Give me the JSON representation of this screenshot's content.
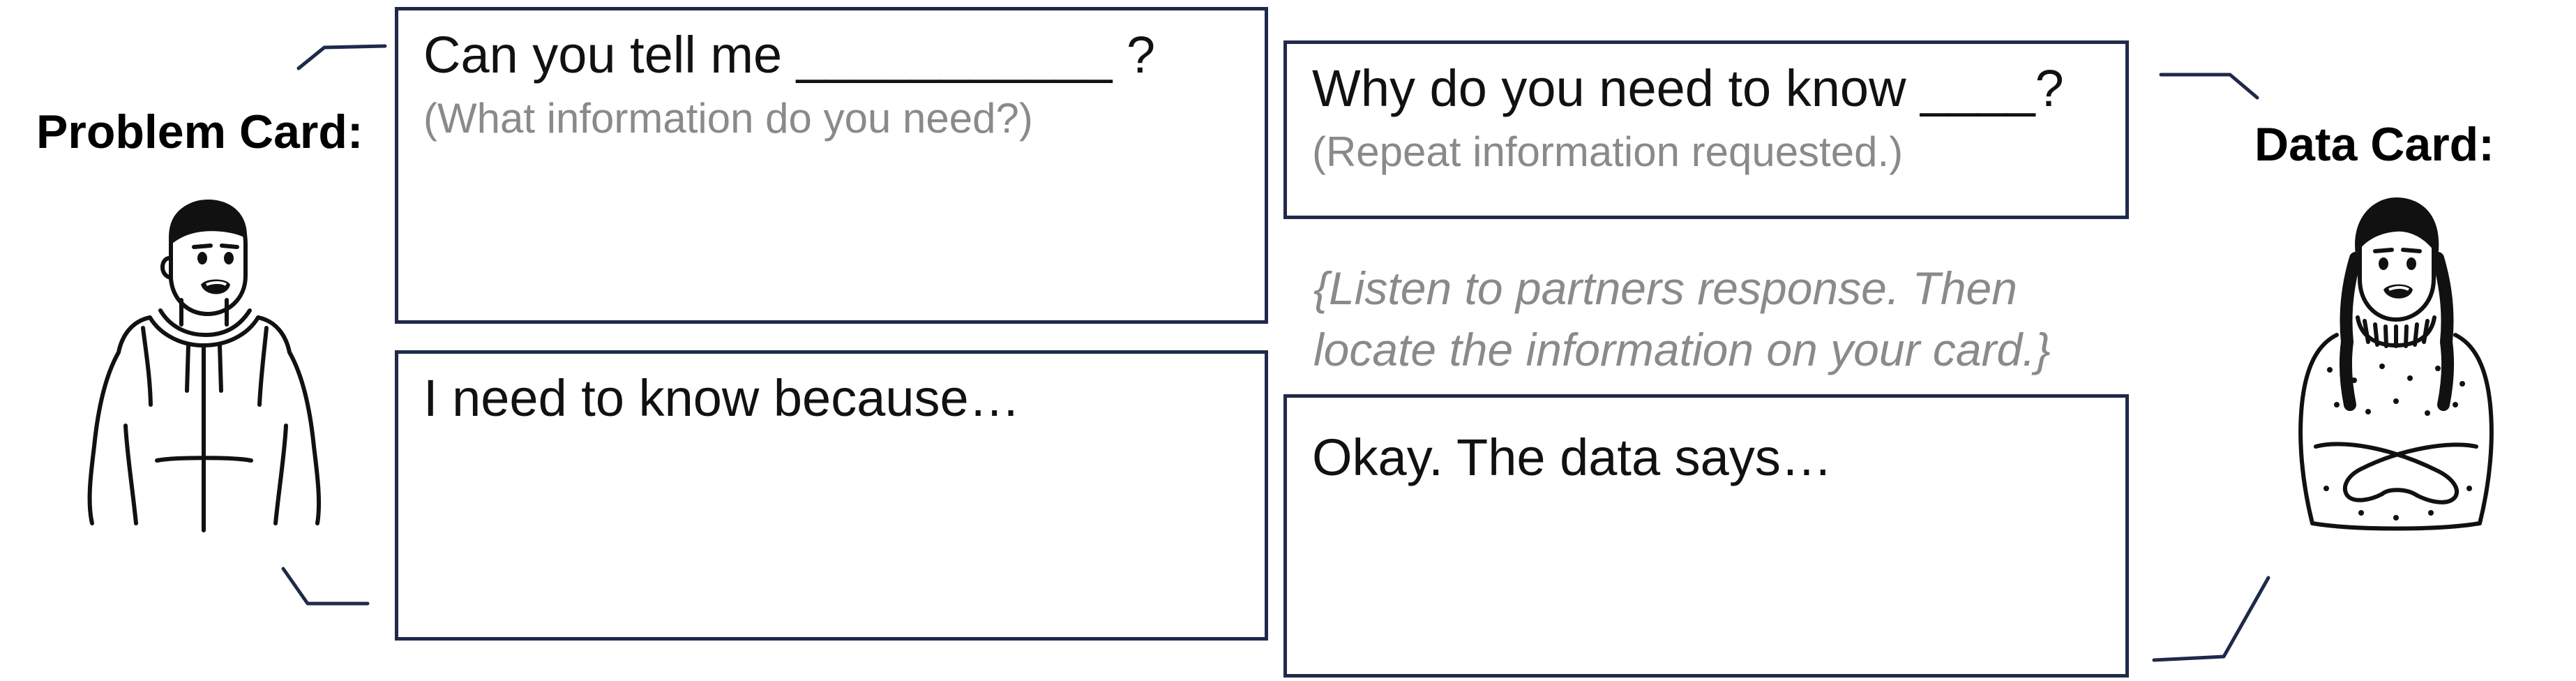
{
  "left_label": "Problem Card:",
  "right_label": "Data Card:",
  "cards": {
    "question": {
      "text": "Can you tell me ___________ ?",
      "hint": "(What information do you need?)"
    },
    "because": {
      "text": "I need to know because…"
    },
    "why": {
      "text": "Why do you need to know ____?",
      "hint": "(Repeat information requested.)"
    },
    "data_says": {
      "text": "Okay. The data says…"
    }
  },
  "instruction": {
    "line1": "{Listen to partners response. Then",
    "line2": "locate the information on your card.}"
  },
  "colors": {
    "card_border": "#1f2a4a",
    "hint_text": "#8a8a8a",
    "connector": "#1f2a4a"
  },
  "icons": [
    "boy-in-hoodie-icon",
    "girl-with-braids-icon"
  ]
}
